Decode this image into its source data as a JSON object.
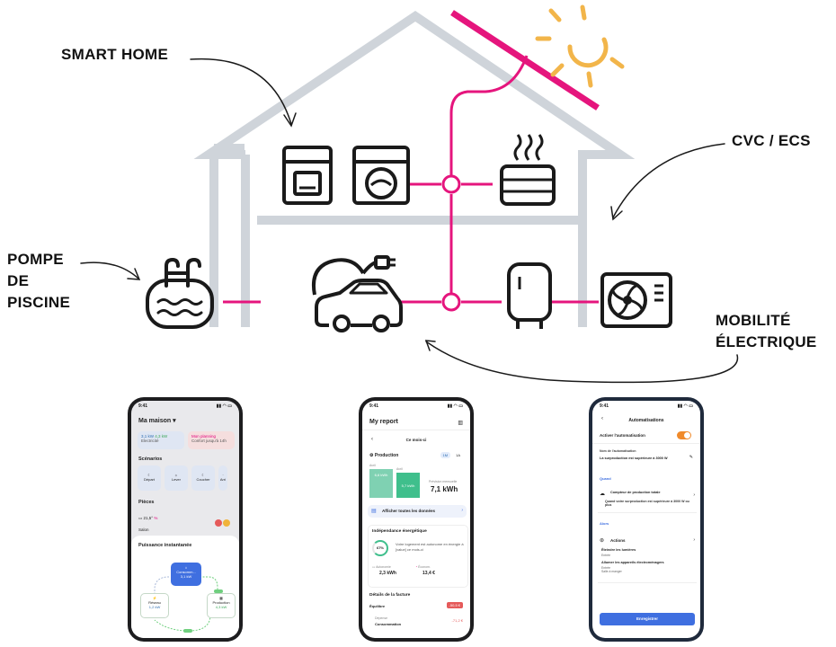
{
  "labels": {
    "smart_home": "SMART HOME",
    "cvc_ecs": "CVC / ECS",
    "pompe_line1": "POMPE",
    "pompe_line2": "DE",
    "pompe_line3": "PISCINE",
    "mobilite_line1": "MOBILITÉ",
    "mobilite_line2": "ÉLECTRIQUE"
  },
  "colors": {
    "house": "#cfd4da",
    "wire": "#e5157d",
    "icon": "#1a1a1a",
    "sun": "#f2b54a"
  },
  "phone1": {
    "time": "9:41",
    "title": "Ma maison",
    "chip1_value": "3,1 kW",
    "chip1_value2": "4,3 kW",
    "chip1_label": "Electricité",
    "chip2_title": "Mon planning",
    "chip2_sub": "Confort jusqu'à 14h",
    "scenarios_title": "Scénarios",
    "scenarios": [
      "Départ",
      "Lever",
      "Coucher",
      "Arri"
    ],
    "pieces_title": "Pièces",
    "room_temp": "21,5°",
    "room_hum": "%",
    "room_name": "Salon",
    "panel_title": "Puissance instantanée",
    "node_center_label": "Consomm...",
    "node_center_value": "3,1 kW",
    "node_left_label": "Réseau",
    "node_left_value": "1,2 kW",
    "node_right_label": "Production",
    "node_right_value": "4,3 kW"
  },
  "phone2": {
    "time": "9:41",
    "title": "My report",
    "period": "Ce mois-ci",
    "section": "Production",
    "tab1": "1M",
    "tab2": "1A",
    "bar1_label": "Avril",
    "bar1_value": "6,6 kWh",
    "bar2_label": "Avril",
    "bar2_value": "5,7 kWh",
    "forecast_label": "Prévision mensuelle",
    "forecast_value": "7,1 kWh",
    "show_all": "Afficher toutes les données",
    "independence_title": "Indépendance énergétique",
    "independence_pct": "67%",
    "independence_text": "Votre logement est autonome en énergie à [value] ce mois-ci",
    "auto_label": "Autonomie",
    "auto_value": "2,3 kWh",
    "saving_label": "Économ.",
    "saving_value": "13,4 €",
    "invoice_title": "Détails de la facture",
    "balance_label": "Équilibre",
    "balance_value": "-50,5 €",
    "expense_label": "Dépense",
    "expense_sub": "Consommation",
    "expense_value": "-71,2 €"
  },
  "phone3": {
    "time": "9:41",
    "title": "Automatisations",
    "activate": "Activer l'automatisation",
    "name_label": "Nom de l'automatisation",
    "name_value": "La surproduction est supérieure à 3000 W",
    "when": "Quand",
    "meter_title": "Compteur de production totale",
    "meter_text": "Quand votre surproduction est supérieure à 3000 W ou plus",
    "then": "Alors",
    "actions": "Actions",
    "action1": "Éteindre les lumières",
    "action1_sub": "Entrée",
    "action2": "Allumer les appareils électroménagers",
    "action2_sub": "Entrée\nSalle à manger",
    "save": "Enregistrer"
  }
}
